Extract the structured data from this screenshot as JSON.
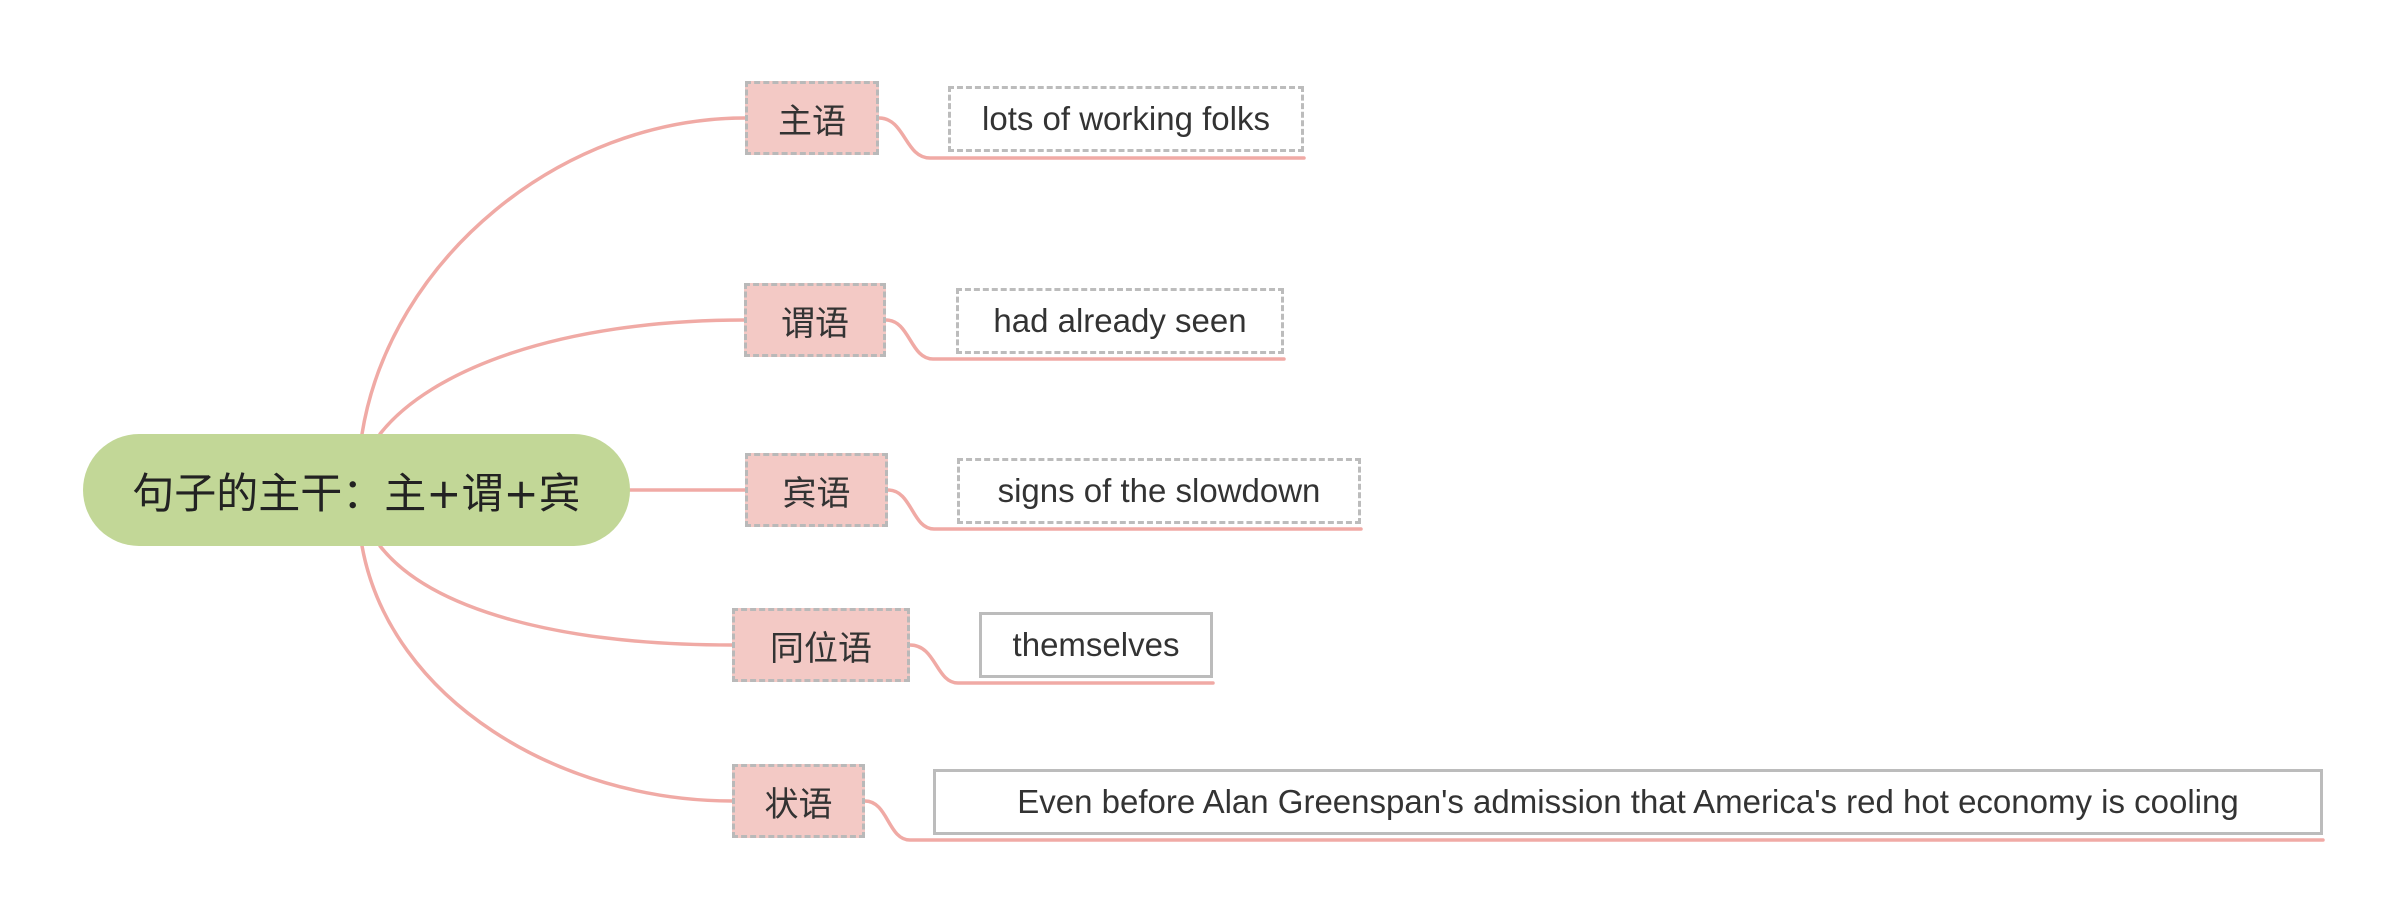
{
  "root": {
    "label": "句子的主干：主+谓+宾"
  },
  "branches": [
    {
      "label": "主语",
      "value": "lots of working folks"
    },
    {
      "label": "谓语",
      "value": "had already seen"
    },
    {
      "label": "宾语",
      "value": "signs of the slowdown"
    },
    {
      "label": "同位语",
      "value": "themselves"
    },
    {
      "label": "状语",
      "value": "Even before Alan Greenspan's admission that America's red hot economy is cooling"
    }
  ],
  "colors": {
    "root_fill": "#c2d797",
    "branch_fill": "#f3c9c5",
    "connector": "#f0aaa5",
    "border": "#bcbcbc"
  }
}
